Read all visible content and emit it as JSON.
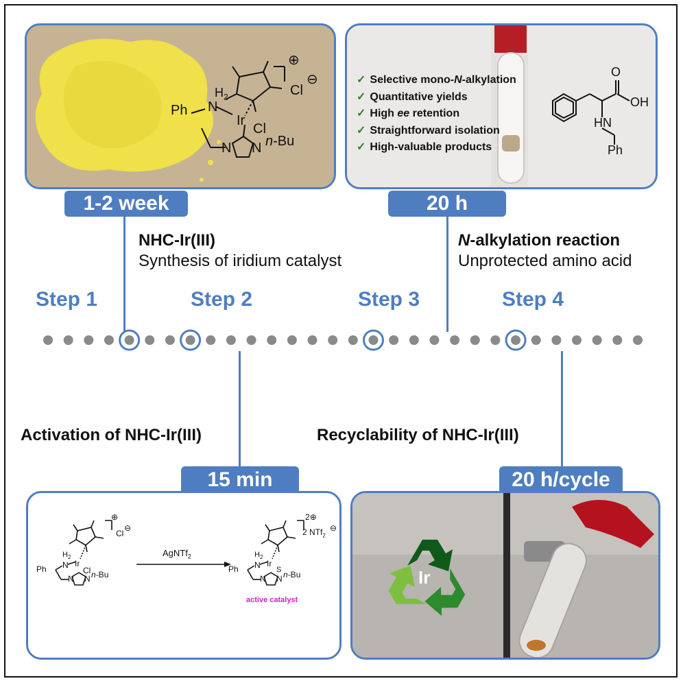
{
  "panels": {
    "catalyst_photo": {
      "badge": "1-2 week",
      "struct": {
        "cation": "⊕",
        "chloride": "Cl",
        "anion": "⊖",
        "ph": "Ph",
        "nh": "N",
        "h2": "H",
        "h2sub": "2",
        "ir": "Ir",
        "cl": "Cl",
        "n1": "N",
        "n2": "N",
        "nbu_n": "n",
        "nbu_rest": "-Bu"
      }
    },
    "reaction_photo": {
      "badge": "20 h",
      "checks": [
        {
          "tick": "✓",
          "pre": "Selective mono-",
          "em": "N",
          "post": "-alkylation"
        },
        {
          "tick": "✓",
          "pre": "Quantitative yields",
          "em": "",
          "post": ""
        },
        {
          "tick": "✓",
          "pre": "High ",
          "em": "ee",
          "post": " retention"
        },
        {
          "tick": "✓",
          "pre": "Straightforward isolation",
          "em": "",
          "post": ""
        },
        {
          "tick": "✓",
          "pre": "High-valuable products",
          "em": "",
          "post": ""
        }
      ],
      "product": {
        "o": "O",
        "oh": "OH",
        "hn": "HN",
        "ph": "Ph"
      }
    },
    "activation_scheme": {
      "badge": "15 min",
      "reagent": "AgNTf",
      "reagent_sub": "2",
      "left": {
        "plus": "⊕",
        "cl_counter": "Cl",
        "minus": "⊖",
        "ph": "Ph",
        "n": "N",
        "h": "H",
        "hsub": "2",
        "ir": "Ir",
        "cl": "Cl",
        "n1": "N",
        "n2": "N",
        "nbu_n": "n",
        "nbu_rest": "-Bu"
      },
      "right": {
        "charge": "2",
        "plus": "⊕",
        "anion_coef": "2",
        "anion": "NTf",
        "anion_sub": "2",
        "minus": "⊖",
        "ph": "Ph",
        "n": "N",
        "h": "H",
        "hsub": "2",
        "ir": "Ir",
        "s": "S",
        "n1": "N",
        "n2": "N",
        "nbu_n": "n",
        "nbu_rest": "-Bu"
      },
      "caption": "active catalyst",
      "caption_color": "#d11fd1"
    },
    "recycle_photo": {
      "badge": "20 h/cycle",
      "recycle_label": "Ir",
      "recycle_colors": [
        "#0f5a1a",
        "#2d8a2e",
        "#7fbf3f"
      ]
    }
  },
  "annotations": {
    "step1_title": "NHC-Ir(III)",
    "step1_sub": "Synthesis of iridium catalyst",
    "step3_title_em": "N",
    "step3_title_rest": "-alkylation reaction",
    "step3_sub": "Unprotected amino acid",
    "step2_title": "Activation of NHC-Ir(III)",
    "step4_title": "Recyclability of NHC-Ir(III)"
  },
  "steps": [
    "Step 1",
    "Step 2",
    "Step 3",
    "Step 4"
  ],
  "timeline": {
    "dot_count": 30,
    "highlighted": [
      4,
      7,
      16,
      23
    ],
    "dot_color": "#8a8a8a",
    "ring_color": "#4f7ec0"
  },
  "colors": {
    "accent": "#4f7ec0",
    "powder": "#f0e04a",
    "background": "#ffffff"
  }
}
